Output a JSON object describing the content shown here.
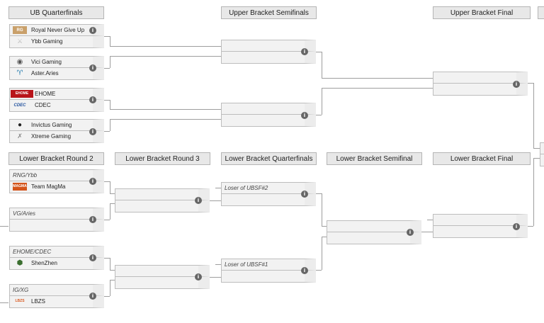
{
  "headers": {
    "ub_qf": "UB Quarterfinals",
    "ub_sf": "Upper Bracket Semifinals",
    "ub_f": "Upper Bracket Final",
    "lb_r2": "Lower Bracket Round 2",
    "lb_r3": "Lower Bracket Round 3",
    "lb_qf": "Lower Bracket Quarterfinals",
    "lb_sf": "Lower Bracket Semifinal",
    "lb_f": "Lower Bracket Final"
  },
  "info_glyph": "i",
  "teams": {
    "rng": "Royal Never Give Up",
    "ybb": "Ybb Gaming",
    "vg": "Vici Gaming",
    "aster": "Aster.Aries",
    "ehome": "EHOME",
    "cdec": "CDEC",
    "ig": "Invictus Gaming",
    "xg": "Xtreme Gaming",
    "rng_ybb": "RNG/Ybb",
    "magma": "Team MagMa",
    "vg_aries": "VG/Aries",
    "ehome_cdec": "EHOME/CDEC",
    "shenzhen": "ShenZhen",
    "ig_xg": "IG/XG",
    "lbzs": "LBZS",
    "loser_ubsf2": "Loser of UBSF#2",
    "loser_ubsf1": "Loser of UBSF#1"
  },
  "logo_text": {
    "rng": "RG",
    "ehome": "EHOME",
    "cdec": "CDEC",
    "magma": "MAGMA",
    "lbzs": "LBZS"
  },
  "colors": {
    "rng": "#c9a06a",
    "ehome": "#b8141a",
    "cdec": "#1f4f9c",
    "magma": "#d4541a",
    "shenzhen": "#3a6e2f",
    "lbzs": "#d9591f",
    "vg": "#555555",
    "aster": "#2a7fb0",
    "ig": "#222222",
    "xg": "#888888"
  }
}
